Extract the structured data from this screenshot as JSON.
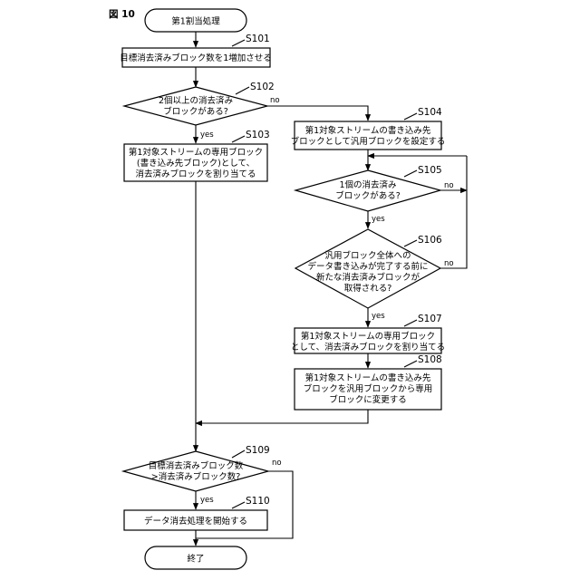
{
  "figure_label": "図 10",
  "start_label": "第1割当処理",
  "end_label": "終了",
  "steps": {
    "s101": {
      "id": "S101",
      "lines": [
        "目標消去済みブロック数を1増加させる"
      ]
    },
    "s102": {
      "id": "S102",
      "lines": [
        "2個以上の消去済み",
        "ブロックがある?"
      ]
    },
    "s103": {
      "id": "S103",
      "lines": [
        "第1対象ストリームの専用ブロック",
        "(書き込み先ブロック)として、",
        "消去済みブロックを割り当てる"
      ]
    },
    "s104": {
      "id": "S104",
      "lines": [
        "第1対象ストリームの書き込み先",
        "ブロックとして汎用ブロックを設定する"
      ]
    },
    "s105": {
      "id": "S105",
      "lines": [
        "1個の消去済み",
        "ブロックがある?"
      ]
    },
    "s106": {
      "id": "S106",
      "lines": [
        "汎用ブロック全体への",
        "データ書き込みが完了する前に",
        "新たな消去済みブロックが",
        "取得される?"
      ]
    },
    "s107": {
      "id": "S107",
      "lines": [
        "第1対象ストリームの専用ブロック",
        "として、消去済みブロックを割り当てる"
      ]
    },
    "s108": {
      "id": "S108",
      "lines": [
        "第1対象ストリームの書き込み先",
        "ブロックを汎用ブロックから専用",
        "ブロックに変更する"
      ]
    },
    "s109": {
      "id": "S109",
      "lines": [
        "目標消去済みブロック数",
        ">消去済みブロック数?"
      ]
    },
    "s110": {
      "id": "S110",
      "lines": [
        "データ消去処理を開始する"
      ]
    }
  },
  "branch_labels": {
    "s102_yes": "yes",
    "s102_no": "no",
    "s105_yes": "yes",
    "s105_no": "no",
    "s106_yes": "yes",
    "s106_no": "no",
    "s109_yes": "yes",
    "s109_no": "no"
  }
}
